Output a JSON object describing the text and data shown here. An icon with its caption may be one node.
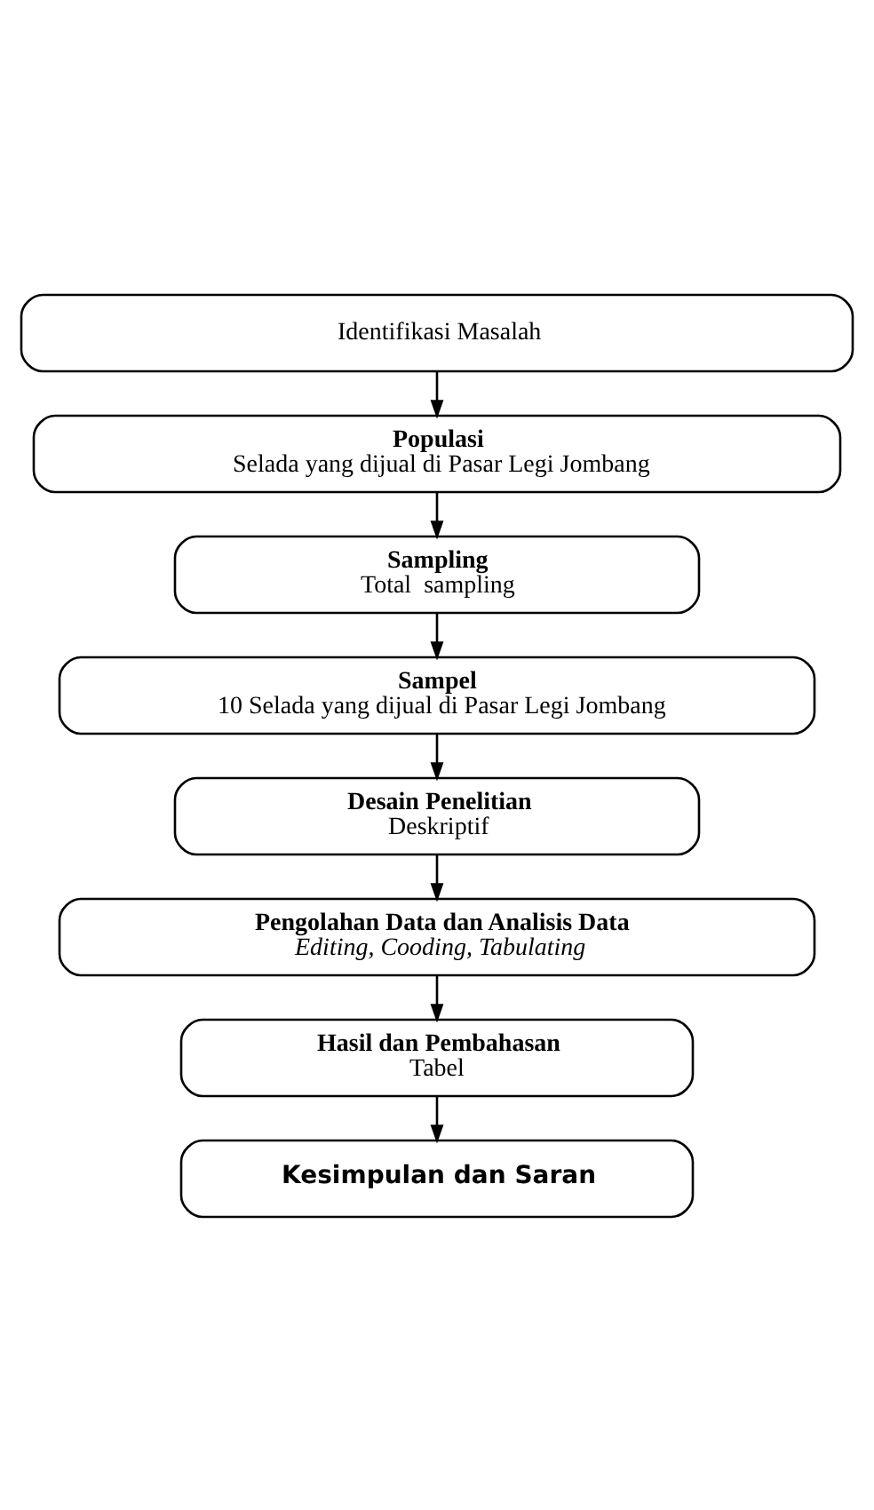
{
  "diagram": {
    "nodes": [
      {
        "text": [
          "Identifikasi Masalah"
        ]
      },
      {
        "text": [
          "Populasi",
          "Selada yang dijual di Pasar Legi Jombang"
        ]
      },
      {
        "text": [
          "Sampling",
          "Total  sampling"
        ]
      },
      {
        "text": [
          "Sampel",
          "10 Selada yang dijual di Pasar Legi Jombang"
        ]
      },
      {
        "text": [
          "Desain Penelitian",
          "Deskriptif"
        ]
      },
      {
        "text": [
          "Pengolahan Data dan Analisis Data",
          "Editing, Cooding, Tabulating"
        ]
      },
      {
        "text": [
          "Hasil dan Pembahasan",
          "Tabel"
        ]
      },
      {
        "text": [
          "Kesimpulan dan Saran"
        ]
      }
    ],
    "edges": [
      {
        "from": 0,
        "to": 1,
        "arrow": "to"
      },
      {
        "from": 1,
        "to": 2,
        "arrow": "to"
      },
      {
        "from": 2,
        "to": 3,
        "arrow": "to"
      },
      {
        "from": 3,
        "to": 4,
        "arrow": "to"
      },
      {
        "from": 4,
        "to": 5,
        "arrow": "to"
      },
      {
        "from": 5,
        "to": 6,
        "arrow": "to"
      },
      {
        "from": 6,
        "to": 7,
        "arrow": "to"
      }
    ]
  }
}
